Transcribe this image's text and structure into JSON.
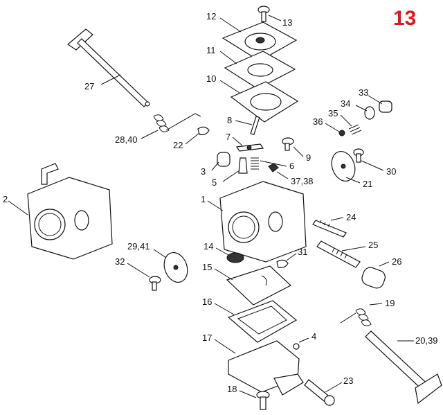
{
  "page_number": "13",
  "callouts": {
    "p1": "1",
    "p2": "2",
    "p3": "3",
    "p4": "4",
    "p5": "5",
    "p6": "6",
    "p7": "7",
    "p8": "8",
    "p9": "9",
    "p10": "10",
    "p11": "11",
    "p12": "12",
    "p13": "13",
    "p14": "14",
    "p15": "15",
    "p16": "16",
    "p17": "17",
    "p18": "18",
    "p19": "19",
    "p20_39": "20,39",
    "p21": "21",
    "p22": "22",
    "p23": "23",
    "p24": "24",
    "p25": "25",
    "p26": "26",
    "p27": "27",
    "p28_40": "28,40",
    "p29_41": "29,41",
    "p30": "30",
    "p31": "31",
    "p32": "32",
    "p33": "33",
    "p34": "34",
    "p35": "35",
    "p36": "36",
    "p37_38": "37,38"
  }
}
